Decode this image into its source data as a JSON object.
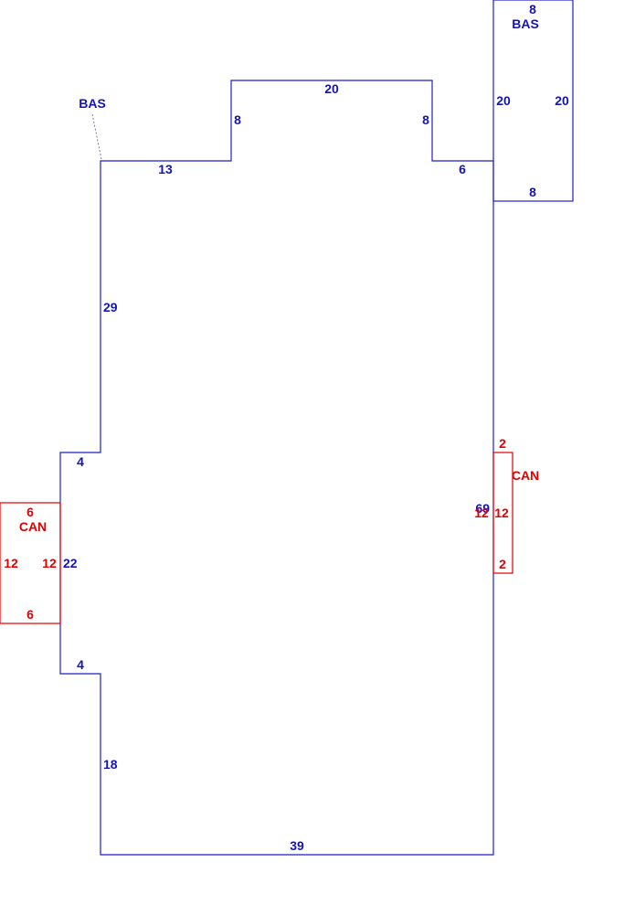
{
  "main_outline": {
    "label": "BAS",
    "dims": {
      "top_left": "13",
      "notch_left": "8",
      "notch_top": "20",
      "notch_right": "8",
      "top_right": "6",
      "left_upper": "29",
      "step_upper": "4",
      "left_mid": "22",
      "step_lower": "4",
      "left_lower": "18",
      "bottom": "39",
      "right": "69"
    }
  },
  "upper_box": {
    "label": "BAS",
    "dims": {
      "top": "8",
      "left": "20",
      "right": "20",
      "bottom": "8"
    }
  },
  "can_left": {
    "label": "CAN",
    "dims": {
      "top": "6",
      "left": "12",
      "right": "12",
      "bottom": "6"
    }
  },
  "can_right": {
    "label": "CAN",
    "dims": {
      "top": "2",
      "left": "12",
      "right": "12",
      "bottom": "2"
    }
  },
  "colors": {
    "outline": "#1f1fc8",
    "addition": "#e00000"
  }
}
